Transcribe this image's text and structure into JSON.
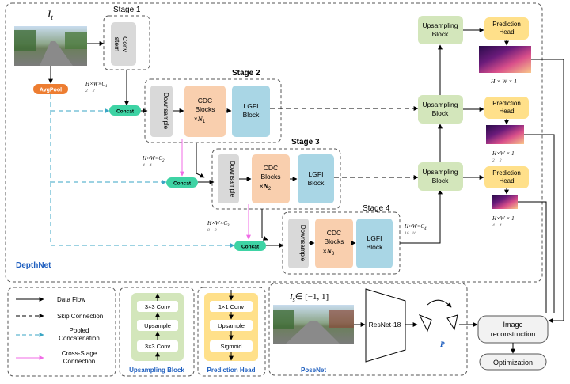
{
  "input_label": "I",
  "input_sub": "t",
  "stages": {
    "s1": {
      "title": "Stage 1",
      "conv_l1": "Conv",
      "conv_l2": "stem"
    },
    "s2": {
      "title": "Stage 2",
      "down": "Downsample",
      "cdc_l1": "CDC",
      "cdc_l2": "Blocks",
      "cdc_mult": "×",
      "cdc_n": "N",
      "cdc_n_sub": "1",
      "lgfi_l1": "LGFI",
      "lgfi_l2": "Block"
    },
    "s3": {
      "title": "Stage 3",
      "down": "Downsample",
      "cdc_l1": "CDC",
      "cdc_l2": "Blocks",
      "cdc_mult": "×",
      "cdc_n": "N",
      "cdc_n_sub": "2",
      "lgfi_l1": "LGFI",
      "lgfi_l2": "Block"
    },
    "s4": {
      "title": "Stage 4",
      "down": "Downsample",
      "cdc_l1": "CDC",
      "cdc_l2": "Blocks",
      "cdc_mult": "×",
      "cdc_n": "N",
      "cdc_n_sub": "3",
      "lgfi_l1": "LGFI",
      "lgfi_l2": "Block"
    }
  },
  "avgpool": "AvgPool",
  "concat": "Concat",
  "dims": {
    "d1": {
      "h": "H",
      "hd": "2",
      "w": "W",
      "wd": "2",
      "c": "C",
      "cs": "1"
    },
    "d2": {
      "h": "H",
      "hd": "4",
      "w": "W",
      "wd": "4",
      "c": "C",
      "cs": "2"
    },
    "d3": {
      "h": "H",
      "hd": "8",
      "w": "W",
      "wd": "8",
      "c": "C",
      "cs": "3"
    },
    "d4": {
      "h": "H",
      "hd": "16",
      "w": "W",
      "wd": "16",
      "c": "C",
      "cs": "4"
    },
    "o1": "H × W × 1",
    "o2": {
      "h": "H",
      "hd": "2",
      "w": "W",
      "wd": "2",
      "tail": "× 1"
    },
    "o3": {
      "h": "H",
      "hd": "4",
      "w": "W",
      "wd": "4",
      "tail": "× 1"
    },
    "times": "×"
  },
  "upsampling": {
    "l1": "Upsampling",
    "l2": "Block"
  },
  "prediction": {
    "l1": "Prediction",
    "l2": "Head"
  },
  "depthnet": "DepthNet",
  "legend": {
    "data_flow": "Data Flow",
    "skip": "Skip Connection",
    "pooled_l1": "Pooled",
    "pooled_l2": "Concatenation",
    "cross_l1": "Cross-Stage",
    "cross_l2": "Connection"
  },
  "up_detail": {
    "title": "Upsampling Block",
    "c1": "3×3 Conv",
    "up": "Upsample",
    "c2": "3×3 Conv"
  },
  "pred_detail": {
    "title": "Prediction Head",
    "c1": "1×1 Conv",
    "up": "Upsample",
    "sig": "Sigmoid"
  },
  "posenet": {
    "title": "PoseNet",
    "input_I": "I",
    "input_sub": "s",
    "input_rng": "∈ [−1, 1]",
    "resnet": "ResNet-18",
    "pose": "P"
  },
  "image_recon": {
    "l1": "Image",
    "l2": "reconstruction"
  },
  "optimization": "Optimization",
  "colors": {
    "gray": "#d9d9d9",
    "cdc": "#f9cfae",
    "lgfi": "#a9d6e5",
    "green": "#d3e6bb",
    "yellow": "#ffe08a",
    "orange": "#ed7d31",
    "teal": "#3ed3a4",
    "blue_dash": "#3aa6c4",
    "pink": "#f06be6",
    "title_blue": "#1f5fbf"
  }
}
